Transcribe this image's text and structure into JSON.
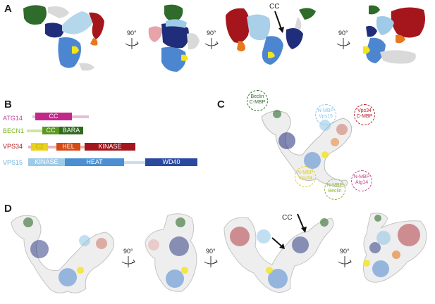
{
  "panels": {
    "a": "A",
    "b": "B",
    "c": "C",
    "d": "D"
  },
  "rotation_label": "90°",
  "cc_label": "CC",
  "proteins": [
    {
      "name": "ATG14",
      "color": "#c2449a",
      "domains": [
        {
          "label": "CC",
          "color": "#c2288a"
        }
      ]
    },
    {
      "name": "BECN1",
      "color": "#7ab31c",
      "domains": [
        {
          "label": "CC",
          "color": "#5b9a1e"
        },
        {
          "label": "BARA",
          "color": "#2f6b1f"
        }
      ]
    },
    {
      "name": "VPS34",
      "color": "#b11a1a",
      "domains": [
        {
          "label": "C2",
          "color": "#e8d21d"
        },
        {
          "label": "HEL",
          "color": "#d64a15"
        },
        {
          "label": "KINASE",
          "color": "#a3171c"
        }
      ]
    },
    {
      "name": "VPS15",
      "color": "#6ab0d9",
      "domains": [
        {
          "label": "KINASE",
          "color": "#9ecbe7"
        },
        {
          "label": "HEAT",
          "color": "#4b8fd2"
        },
        {
          "label": "WD40",
          "color": "#2a4aa0"
        }
      ]
    }
  ],
  "circles": [
    {
      "line1": "Beclin",
      "line2": "C-MBP",
      "color": "#2e6b2a"
    },
    {
      "line1": "N-MBP",
      "line2": "Vps15",
      "color": "#8fc4e6"
    },
    {
      "line1": "Vps34",
      "line2": "C-MBP",
      "color": "#b0202a"
    },
    {
      "line1": "N-MBP",
      "line2": "Vps34",
      "color": "#e2cc1a"
    },
    {
      "line1": "N-MBP",
      "line2": "Beclin",
      "color": "#8ab52a"
    },
    {
      "line1": "N-MBP",
      "line2": "Atg14",
      "color": "#c04898"
    }
  ],
  "colors": {
    "vps15_dark": "#1f2d7a",
    "vps15_mid": "#4d86d0",
    "vps15_light": "#a9cfe9",
    "vps34": "#a5161c",
    "beclin": "#2f6b2a",
    "yellow": "#f2e51a",
    "orange": "#e8781e",
    "grey": "#d9d9d9"
  }
}
